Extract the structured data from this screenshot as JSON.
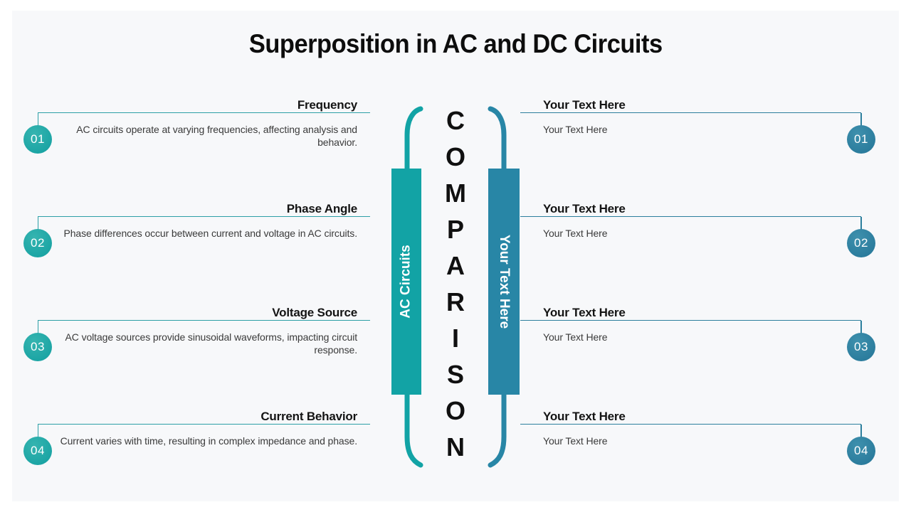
{
  "slide": {
    "title": "Superposition in AC and DC Circuits",
    "left_items": [
      {
        "num": "01",
        "heading": "Frequency",
        "body": "AC circuits operate at varying frequencies, affecting analysis and behavior."
      },
      {
        "num": "02",
        "heading": "Phase Angle",
        "body": "Phase differences occur between current and voltage in AC circuits."
      },
      {
        "num": "03",
        "heading": "Voltage Source",
        "body": "AC voltage sources provide sinusoidal waveforms, impacting circuit response."
      },
      {
        "num": "04",
        "heading": "Current Behavior",
        "body": "Current varies with time, resulting in complex impedance and phase."
      }
    ],
    "right_items": [
      {
        "num": "01",
        "heading": "Your Text Here",
        "body": "Your Text Here"
      },
      {
        "num": "02",
        "heading": "Your Text Here",
        "body": "Your Text Here"
      },
      {
        "num": "03",
        "heading": "Your Text Here",
        "body": "Your Text Here"
      },
      {
        "num": "04",
        "heading": "Your Text Here",
        "body": "Your Text Here"
      }
    ],
    "center": {
      "word": "COMPARISON",
      "left_bar_label": "AC Circuits",
      "right_bar_label": "Your Text Here"
    },
    "colors": {
      "teal": "#12a3a5",
      "teal_circle": "#129fa0",
      "teal_line": "#2d9fa6",
      "dark_teal": "#2886a6",
      "dark_circle": "#247597",
      "dark_line": "#2c7f9d"
    }
  }
}
